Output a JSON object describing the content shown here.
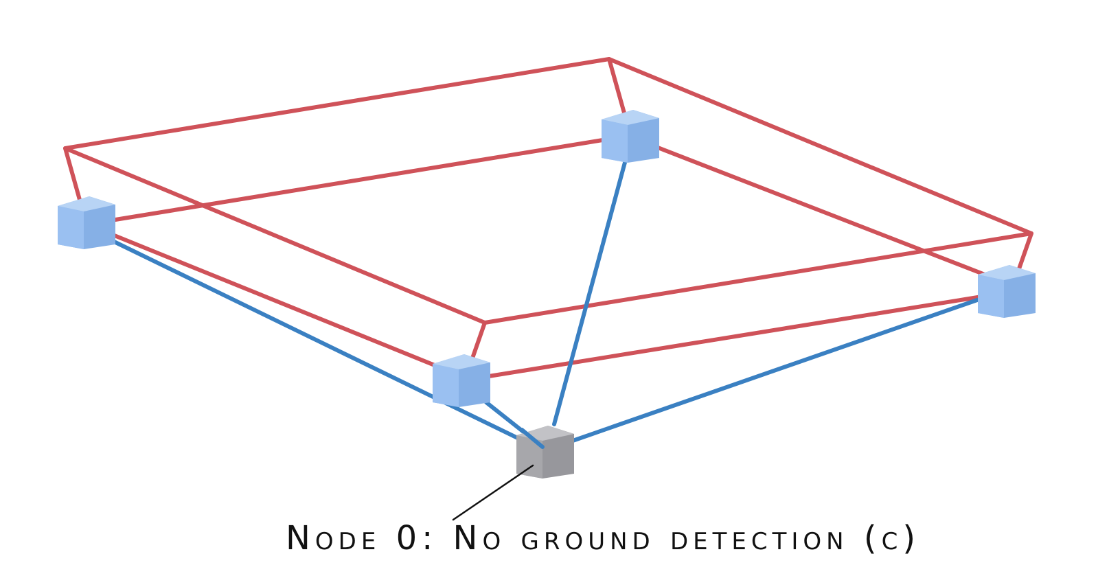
{
  "caption": "Node 0: No ground detection (c)",
  "colors": {
    "red_link": "#cf5259",
    "blue_link": "#3a80c2",
    "node_blue_front": "#9cc2f2",
    "node_blue_top": "#b8d4f5",
    "node_blue_side": "#86b0e6",
    "node_gray_front": "#a8a8ad",
    "node_gray_top": "#c2c2c6",
    "node_gray_side": "#97979c",
    "leader_line": "#111111"
  },
  "nodes": [
    {
      "id": "node-top",
      "type": "anchor"
    },
    {
      "id": "node-left",
      "type": "anchor"
    },
    {
      "id": "node-front",
      "type": "anchor"
    },
    {
      "id": "node-right",
      "type": "anchor"
    },
    {
      "id": "node-0",
      "type": "tag"
    }
  ]
}
